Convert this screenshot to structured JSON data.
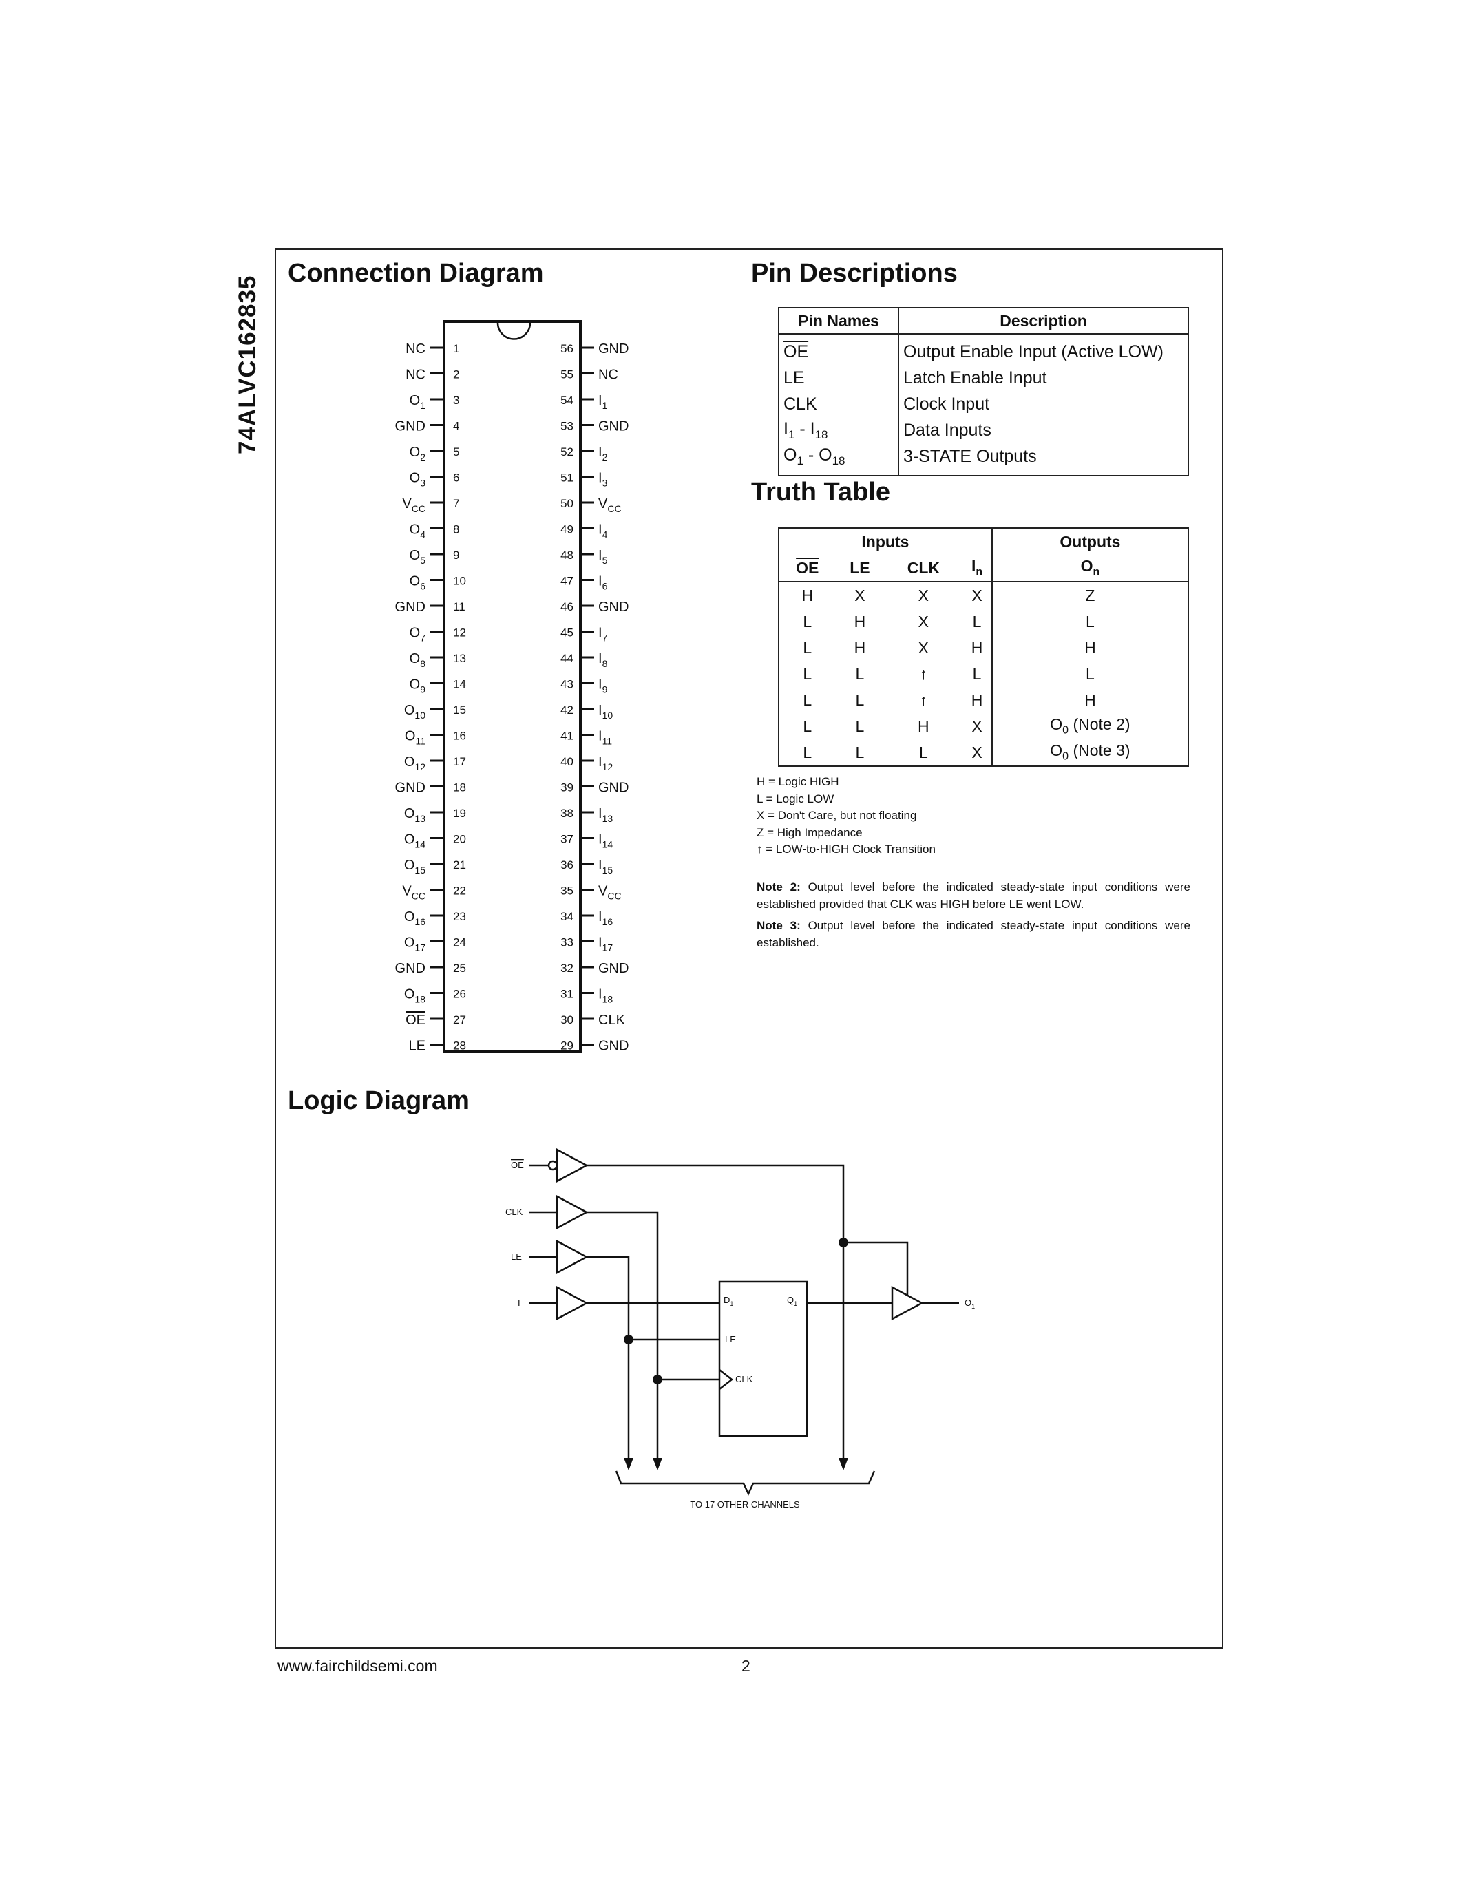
{
  "side_title": "74ALVC162835",
  "sections": {
    "connection_diagram": "Connection Diagram",
    "pin_descriptions": "Pin Descriptions",
    "truth_table": "Truth Table",
    "logic_diagram": "Logic Diagram"
  },
  "connection": {
    "left_pins": [
      {
        "name": "NC",
        "sub": "",
        "num": "1"
      },
      {
        "name": "NC",
        "sub": "",
        "num": "2"
      },
      {
        "name": "O",
        "sub": "1",
        "num": "3"
      },
      {
        "name": "GND",
        "sub": "",
        "num": "4"
      },
      {
        "name": "O",
        "sub": "2",
        "num": "5"
      },
      {
        "name": "O",
        "sub": "3",
        "num": "6"
      },
      {
        "name": "V",
        "sub": "CC",
        "num": "7"
      },
      {
        "name": "O",
        "sub": "4",
        "num": "8"
      },
      {
        "name": "O",
        "sub": "5",
        "num": "9"
      },
      {
        "name": "O",
        "sub": "6",
        "num": "10"
      },
      {
        "name": "GND",
        "sub": "",
        "num": "11"
      },
      {
        "name": "O",
        "sub": "7",
        "num": "12"
      },
      {
        "name": "O",
        "sub": "8",
        "num": "13"
      },
      {
        "name": "O",
        "sub": "9",
        "num": "14"
      },
      {
        "name": "O",
        "sub": "10",
        "num": "15"
      },
      {
        "name": "O",
        "sub": "11",
        "num": "16"
      },
      {
        "name": "O",
        "sub": "12",
        "num": "17"
      },
      {
        "name": "GND",
        "sub": "",
        "num": "18"
      },
      {
        "name": "O",
        "sub": "13",
        "num": "19"
      },
      {
        "name": "O",
        "sub": "14",
        "num": "20"
      },
      {
        "name": "O",
        "sub": "15",
        "num": "21"
      },
      {
        "name": "V",
        "sub": "CC",
        "num": "22"
      },
      {
        "name": "O",
        "sub": "16",
        "num": "23"
      },
      {
        "name": "O",
        "sub": "17",
        "num": "24"
      },
      {
        "name": "GND",
        "sub": "",
        "num": "25"
      },
      {
        "name": "O",
        "sub": "18",
        "num": "26"
      },
      {
        "name": "OE",
        "sub": "",
        "num": "27",
        "overline": true
      },
      {
        "name": "LE",
        "sub": "",
        "num": "28"
      }
    ],
    "right_pins": [
      {
        "name": "GND",
        "sub": "",
        "num": "56"
      },
      {
        "name": "NC",
        "sub": "",
        "num": "55"
      },
      {
        "name": "I",
        "sub": "1",
        "num": "54"
      },
      {
        "name": "GND",
        "sub": "",
        "num": "53"
      },
      {
        "name": "I",
        "sub": "2",
        "num": "52"
      },
      {
        "name": "I",
        "sub": "3",
        "num": "51"
      },
      {
        "name": "V",
        "sub": "CC",
        "num": "50"
      },
      {
        "name": "I",
        "sub": "4",
        "num": "49"
      },
      {
        "name": "I",
        "sub": "5",
        "num": "48"
      },
      {
        "name": "I",
        "sub": "6",
        "num": "47"
      },
      {
        "name": "GND",
        "sub": "",
        "num": "46"
      },
      {
        "name": "I",
        "sub": "7",
        "num": "45"
      },
      {
        "name": "I",
        "sub": "8",
        "num": "44"
      },
      {
        "name": "I",
        "sub": "9",
        "num": "43"
      },
      {
        "name": "I",
        "sub": "10",
        "num": "42"
      },
      {
        "name": "I",
        "sub": "11",
        "num": "41"
      },
      {
        "name": "I",
        "sub": "12",
        "num": "40"
      },
      {
        "name": "GND",
        "sub": "",
        "num": "39"
      },
      {
        "name": "I",
        "sub": "13",
        "num": "38"
      },
      {
        "name": "I",
        "sub": "14",
        "num": "37"
      },
      {
        "name": "I",
        "sub": "15",
        "num": "36"
      },
      {
        "name": "V",
        "sub": "CC",
        "num": "35"
      },
      {
        "name": "I",
        "sub": "16",
        "num": "34"
      },
      {
        "name": "I",
        "sub": "17",
        "num": "33"
      },
      {
        "name": "GND",
        "sub": "",
        "num": "32"
      },
      {
        "name": "I",
        "sub": "18",
        "num": "31"
      },
      {
        "name": "CLK",
        "sub": "",
        "num": "30"
      },
      {
        "name": "GND",
        "sub": "",
        "num": "29"
      }
    ]
  },
  "pin_table": {
    "headers": [
      "Pin Names",
      "Description"
    ],
    "rows": [
      {
        "name": "OE",
        "name_sub": "",
        "name_overline": true,
        "desc": "Output Enable Input (Active LOW)"
      },
      {
        "name": "LE",
        "name_sub": "",
        "desc": "Latch Enable Input"
      },
      {
        "name": "CLK",
        "name_sub": "",
        "desc": "Clock Input"
      },
      {
        "name": "I",
        "name_sub": "1",
        "name_tail": " - I",
        "name_sub2": "18",
        "desc": "Data Inputs"
      },
      {
        "name": "O",
        "name_sub": "1",
        "name_tail": " - O",
        "name_sub2": "18",
        "desc": "3-STATE Outputs"
      }
    ]
  },
  "truth_table": {
    "group_headers": [
      "Inputs",
      "Outputs"
    ],
    "col_headers": [
      "OE",
      "LE",
      "CLK",
      "I",
      "O"
    ],
    "col_header_subs": [
      "",
      "",
      "",
      "n",
      "n"
    ],
    "rows": [
      [
        "H",
        "X",
        "X",
        "X",
        "Z"
      ],
      [
        "L",
        "H",
        "X",
        "L",
        "L"
      ],
      [
        "L",
        "H",
        "X",
        "H",
        "H"
      ],
      [
        "L",
        "L",
        "↑",
        "L",
        "L"
      ],
      [
        "L",
        "L",
        "↑",
        "H",
        "H"
      ],
      [
        "L",
        "L",
        "H",
        "X",
        "O|0| (Note 2)"
      ],
      [
        "L",
        "L",
        "L",
        "X",
        "O|0| (Note 3)"
      ]
    ]
  },
  "legend": [
    "H = Logic HIGH",
    "L = Logic LOW",
    "X = Don't Care, but not floating",
    "Z = High Impedance",
    "↑ = LOW-to-HIGH Clock Transition"
  ],
  "notes": [
    {
      "label": "Note 2:",
      "text": " Output level before the indicated steady-state input conditions were established provided that CLK was HIGH before LE went LOW."
    },
    {
      "label": "Note 3:",
      "text": " Output level before the indicated steady-state input conditions were established."
    }
  ],
  "logic": {
    "oe_label": "OE",
    "clk_label": "CLK",
    "le_label": "LE",
    "i_label": "I",
    "ff_d": "D",
    "ff_d_sub": "1",
    "ff_q": "Q",
    "ff_q_sub": "1",
    "ff_le": "LE",
    "ff_clk": "CLK",
    "out_label": "O",
    "out_sub": "1",
    "channels_label": "TO 17 OTHER CHANNELS"
  },
  "footer": {
    "url": "www.fairchildsemi.com",
    "page": "2"
  }
}
